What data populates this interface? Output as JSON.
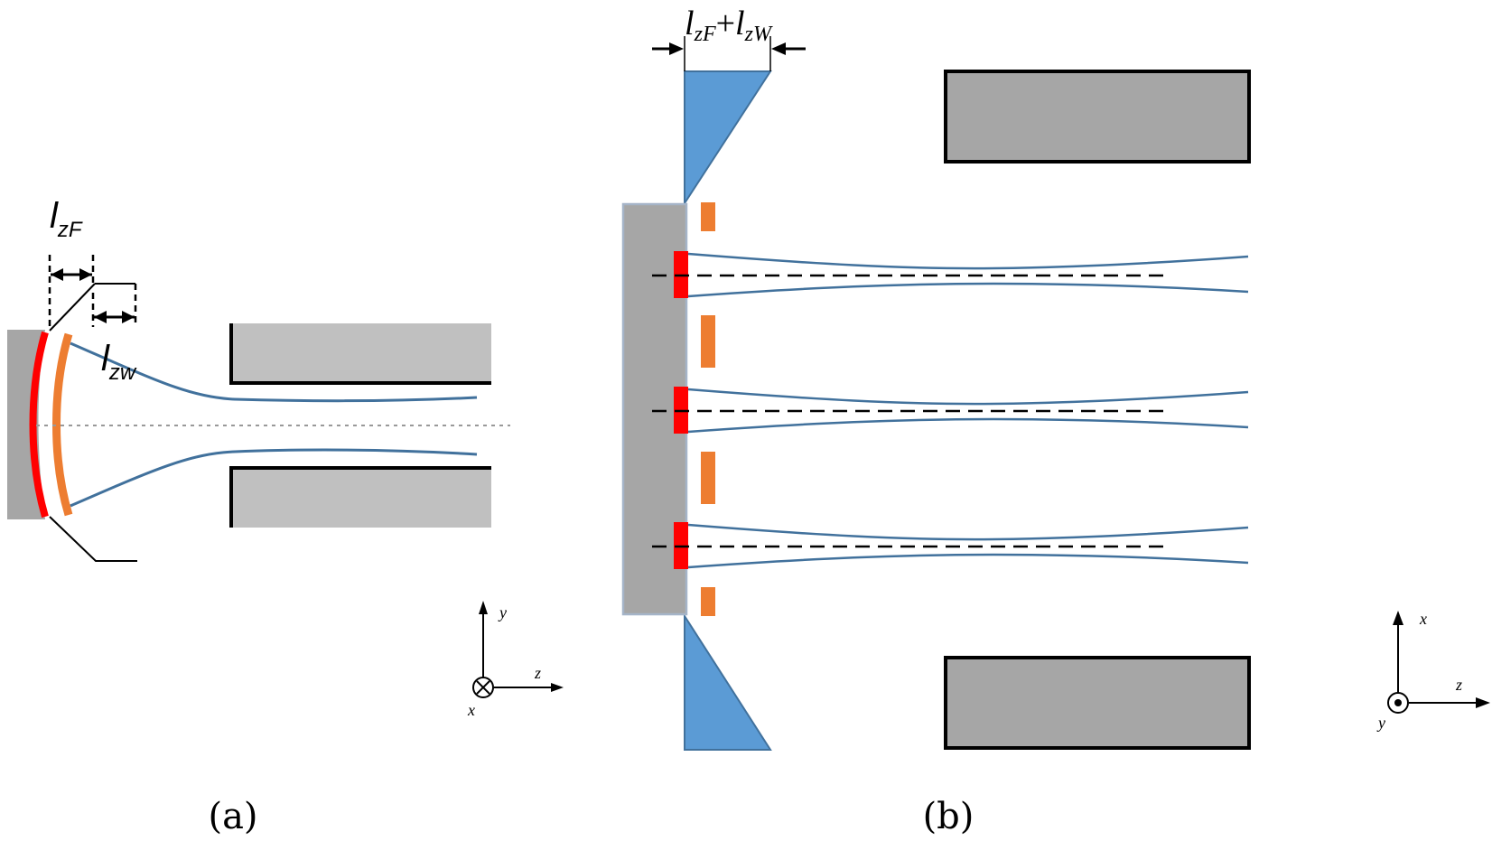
{
  "panel_a": {
    "caption": "(a)",
    "lzF": {
      "base": "l",
      "sub": "zF"
    },
    "lzw": {
      "base": "l",
      "sub": "zw"
    },
    "axes": {
      "up": "y",
      "right": "z",
      "into": "x"
    }
  },
  "panel_b": {
    "caption": "(b)",
    "width_label": {
      "l1": "l",
      "s1": "zF",
      "plus": "+",
      "l2": "l",
      "s2": "zW"
    },
    "axes": {
      "up": "x",
      "right": "z",
      "out": "y"
    }
  },
  "colors": {
    "gray_block": "#a6a6a6",
    "light_block": "#c0c0c0",
    "beam": "#41719c",
    "red": "#ff0000",
    "orange": "#ed7d31",
    "wedge_blue": "#5b9bd5"
  }
}
